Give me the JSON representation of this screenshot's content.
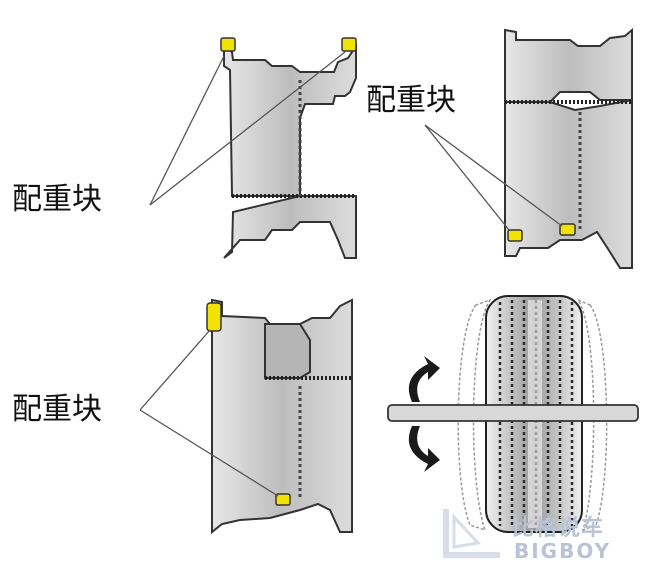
{
  "labels": {
    "top_left": "配重块",
    "top_right": "配重块",
    "bottom_left": "配重块"
  },
  "watermark": {
    "cn": "比格说车",
    "en": "BIGBOY"
  },
  "colors": {
    "weight": "#f2e200",
    "metal": "#c9c9c9",
    "metal_dark": "#9a9a9a",
    "outline": "#333333",
    "line": "#555555",
    "arrow": "#1a1a1a"
  }
}
